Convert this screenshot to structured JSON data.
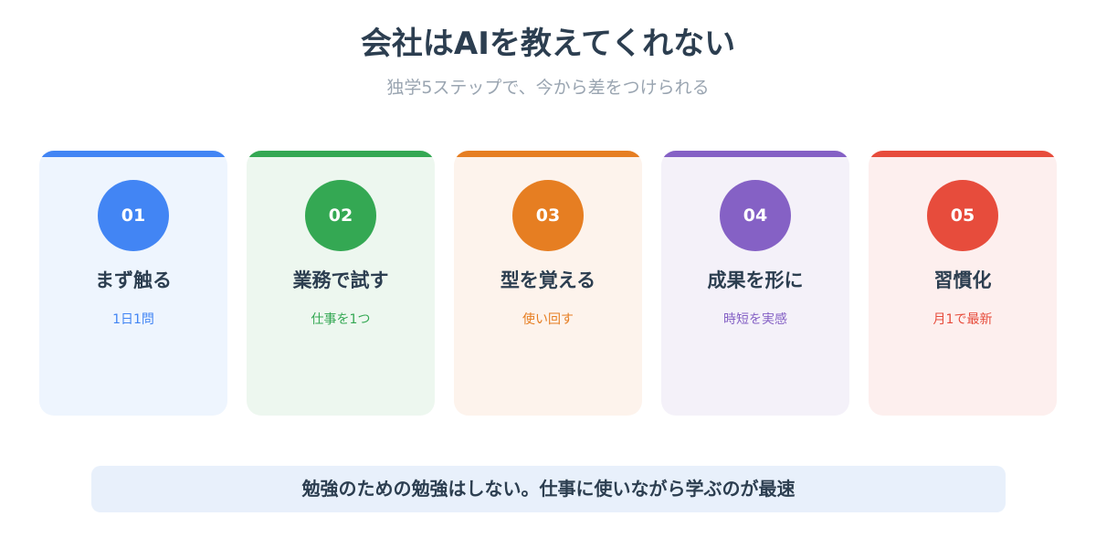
{
  "header": {
    "title": "会社はAIを教えてくれない",
    "subtitle": "独学5ステップで、今から差をつけられる"
  },
  "steps": [
    {
      "number": "01",
      "title": "まず触る",
      "desc": "1日1問",
      "accent": "#4285f4",
      "bg": "#eef5fe"
    },
    {
      "number": "02",
      "title": "業務で試す",
      "desc": "仕事を1つ",
      "accent": "#34a853",
      "bg": "#edf7ef"
    },
    {
      "number": "03",
      "title": "型を覚える",
      "desc": "使い回す",
      "accent": "#e67e22",
      "bg": "#fdf3ec"
    },
    {
      "number": "04",
      "title": "成果を形に",
      "desc": "時短を実感",
      "accent": "#8561c5",
      "bg": "#f4f1f9"
    },
    {
      "number": "05",
      "title": "習慣化",
      "desc": "月1で最新",
      "accent": "#e74c3c",
      "bg": "#fdefee"
    }
  ],
  "footer": {
    "text": "勉強のための勉強はしない。仕事に使いながら学ぶのが最速"
  }
}
